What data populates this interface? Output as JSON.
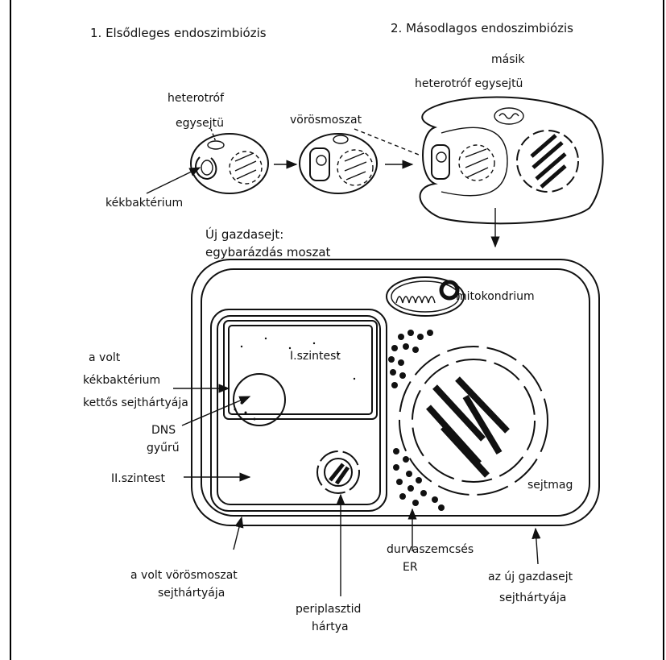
{
  "headings": {
    "primary": "1. Elsődleges endoszimbiózis",
    "secondary": "2. Másodlagos endoszimbiózis"
  },
  "labels": {
    "heterotrof_1": "heterotróf",
    "heterotrof_2": "egysejtü",
    "vorosmoszat": "vörösmoszat",
    "kekbakterium": "kékbaktérium",
    "masik_1": "másik",
    "masik_2": "heterotróf egysejtü",
    "uj_gazdasejt_1": "Új gazdasejt:",
    "uj_gazdasejt_2": "egybarázdás moszat",
    "mitokondrium": "mitokondrium",
    "volt_kek_1": "a volt",
    "volt_kek_2": "kékbaktérium",
    "volt_kek_3": "kettős sejthártyája",
    "szintest_1": "I.szintest",
    "dns_1": "DNS",
    "dns_2": "gyűrű",
    "szintest_2": "II.szintest",
    "sejtmag": "sejtmag",
    "volt_voros_1": "a volt vörösmoszat",
    "volt_voros_2": "sejthártyája",
    "periplasztid_1": "periplasztid",
    "periplasztid_2": "hártya",
    "durva_1": "durvaszemcsés",
    "durva_2": "ER",
    "uj_hartya_1": "az új gazdasejt",
    "uj_hartya_2": "sejthártyája"
  },
  "colors": {
    "ink": "#111111",
    "paper": "#ffffff"
  }
}
